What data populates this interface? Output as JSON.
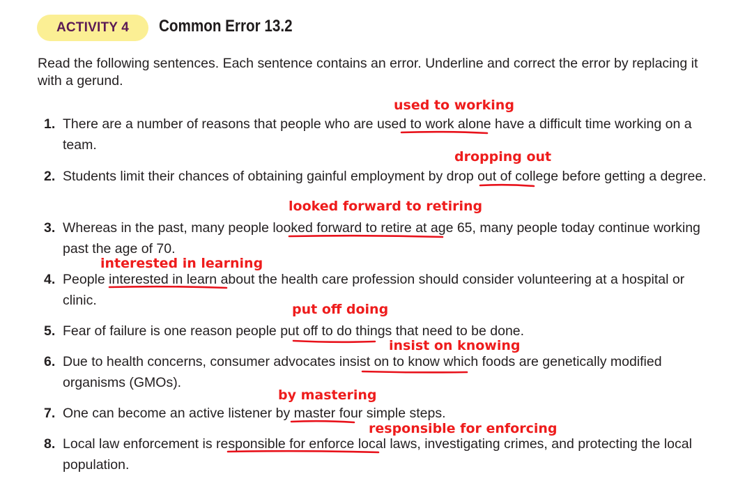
{
  "header": {
    "activity_label": "ACTIVITY 4",
    "title": "Common Error 13.2"
  },
  "instructions": "Read the following sentences. Each sentence contains an error. Underline and correct the error by replacing it with a gerund.",
  "items": [
    {
      "number": "1.",
      "before": "There are a number of reasons that people who are ",
      "error": "used to work",
      "after": " alone have a difficult time working on a team.",
      "correction": "used to working"
    },
    {
      "number": "2.",
      "before": "Students limit their chances of obtaining gainful employment by ",
      "error": "drop out",
      "after": " of college before getting a degree.",
      "correction": "dropping out"
    },
    {
      "number": "3.",
      "before": "Whereas in the past, many people ",
      "error": "looked forward to retire",
      "after": " at age 65, many people today continue working past the age of 70.",
      "correction": "looked forward to retiring"
    },
    {
      "number": "4.",
      "before": "People ",
      "error": "interested in learn",
      "after": " about the health care profession should consider volunteering at a hospital or clinic.",
      "correction": "interested in learning"
    },
    {
      "number": "5.",
      "before": "Fear of failure is one reason people ",
      "error": "put off to do",
      "after": " things that need to be done.",
      "correction": "put off doing"
    },
    {
      "number": "6.",
      "before": "Due to health concerns, consumer advocates ",
      "error": "insist on to know",
      "after": " which foods are genetically modified organisms (GMOs).",
      "correction": "insist on knowing"
    },
    {
      "number": "7.",
      "before": "One can become an active listener ",
      "error": "by master",
      "after": " four simple steps.",
      "correction": "by mastering"
    },
    {
      "number": "8.",
      "before": "Local law enforcement is ",
      "error": "responsible for enforce",
      "after": " local laws, investigating crimes, and protecting the local population.",
      "correction": "responsible for enforcing"
    }
  ],
  "colors": {
    "badge_background": "#fbef94",
    "badge_text": "#5b1a55",
    "annotation_red": "#ee1c1c"
  }
}
